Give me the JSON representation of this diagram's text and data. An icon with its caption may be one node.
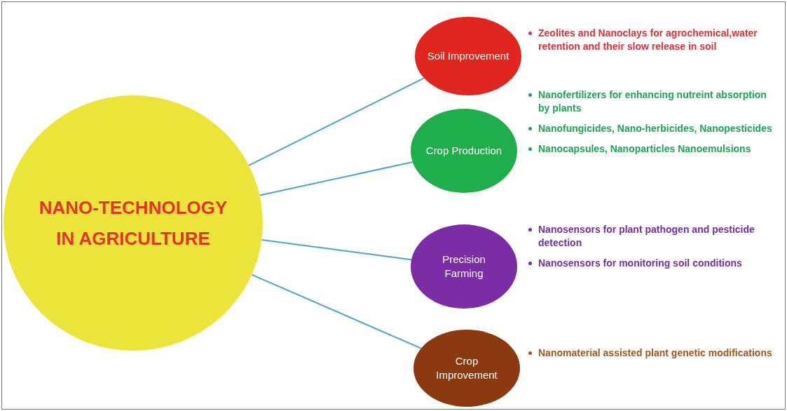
{
  "diagram": {
    "nodes": [
      {
        "text": [
          "NANO-TECHNOLOGY IN AGRICULTURE"
        ]
      },
      {
        "text": [
          "Soil Improvement"
        ],
        "beside": [
          "Zeolites and Nanoclays for agrochemical,water retention and their slow release in soil"
        ]
      },
      {
        "text": [
          "Crop Production"
        ],
        "beside": [
          "Nanofertilizers for enhancing nutreint absorption by plants",
          "Nanofungicides, Nano-herbicides, Nanopesticides",
          "Nanocapsules, Nanoparticles Nanoemulsions"
        ]
      },
      {
        "text": [
          "Precision Farming"
        ],
        "beside": [
          "Nanosensors for plant pathogen and pesticide detection",
          "Nanosensors for monitoring soil conditions"
        ]
      },
      {
        "text": [
          "Crop Improvement"
        ],
        "beside": [
          "Nanomaterial assisted plant genetic modifications"
        ]
      }
    ],
    "edges": [
      {
        "from": 0,
        "to": 1,
        "arrow": "none"
      },
      {
        "from": 0,
        "to": 2,
        "arrow": "none"
      },
      {
        "from": 0,
        "to": 3,
        "arrow": "none"
      },
      {
        "from": 0,
        "to": 4,
        "arrow": "none"
      }
    ]
  }
}
